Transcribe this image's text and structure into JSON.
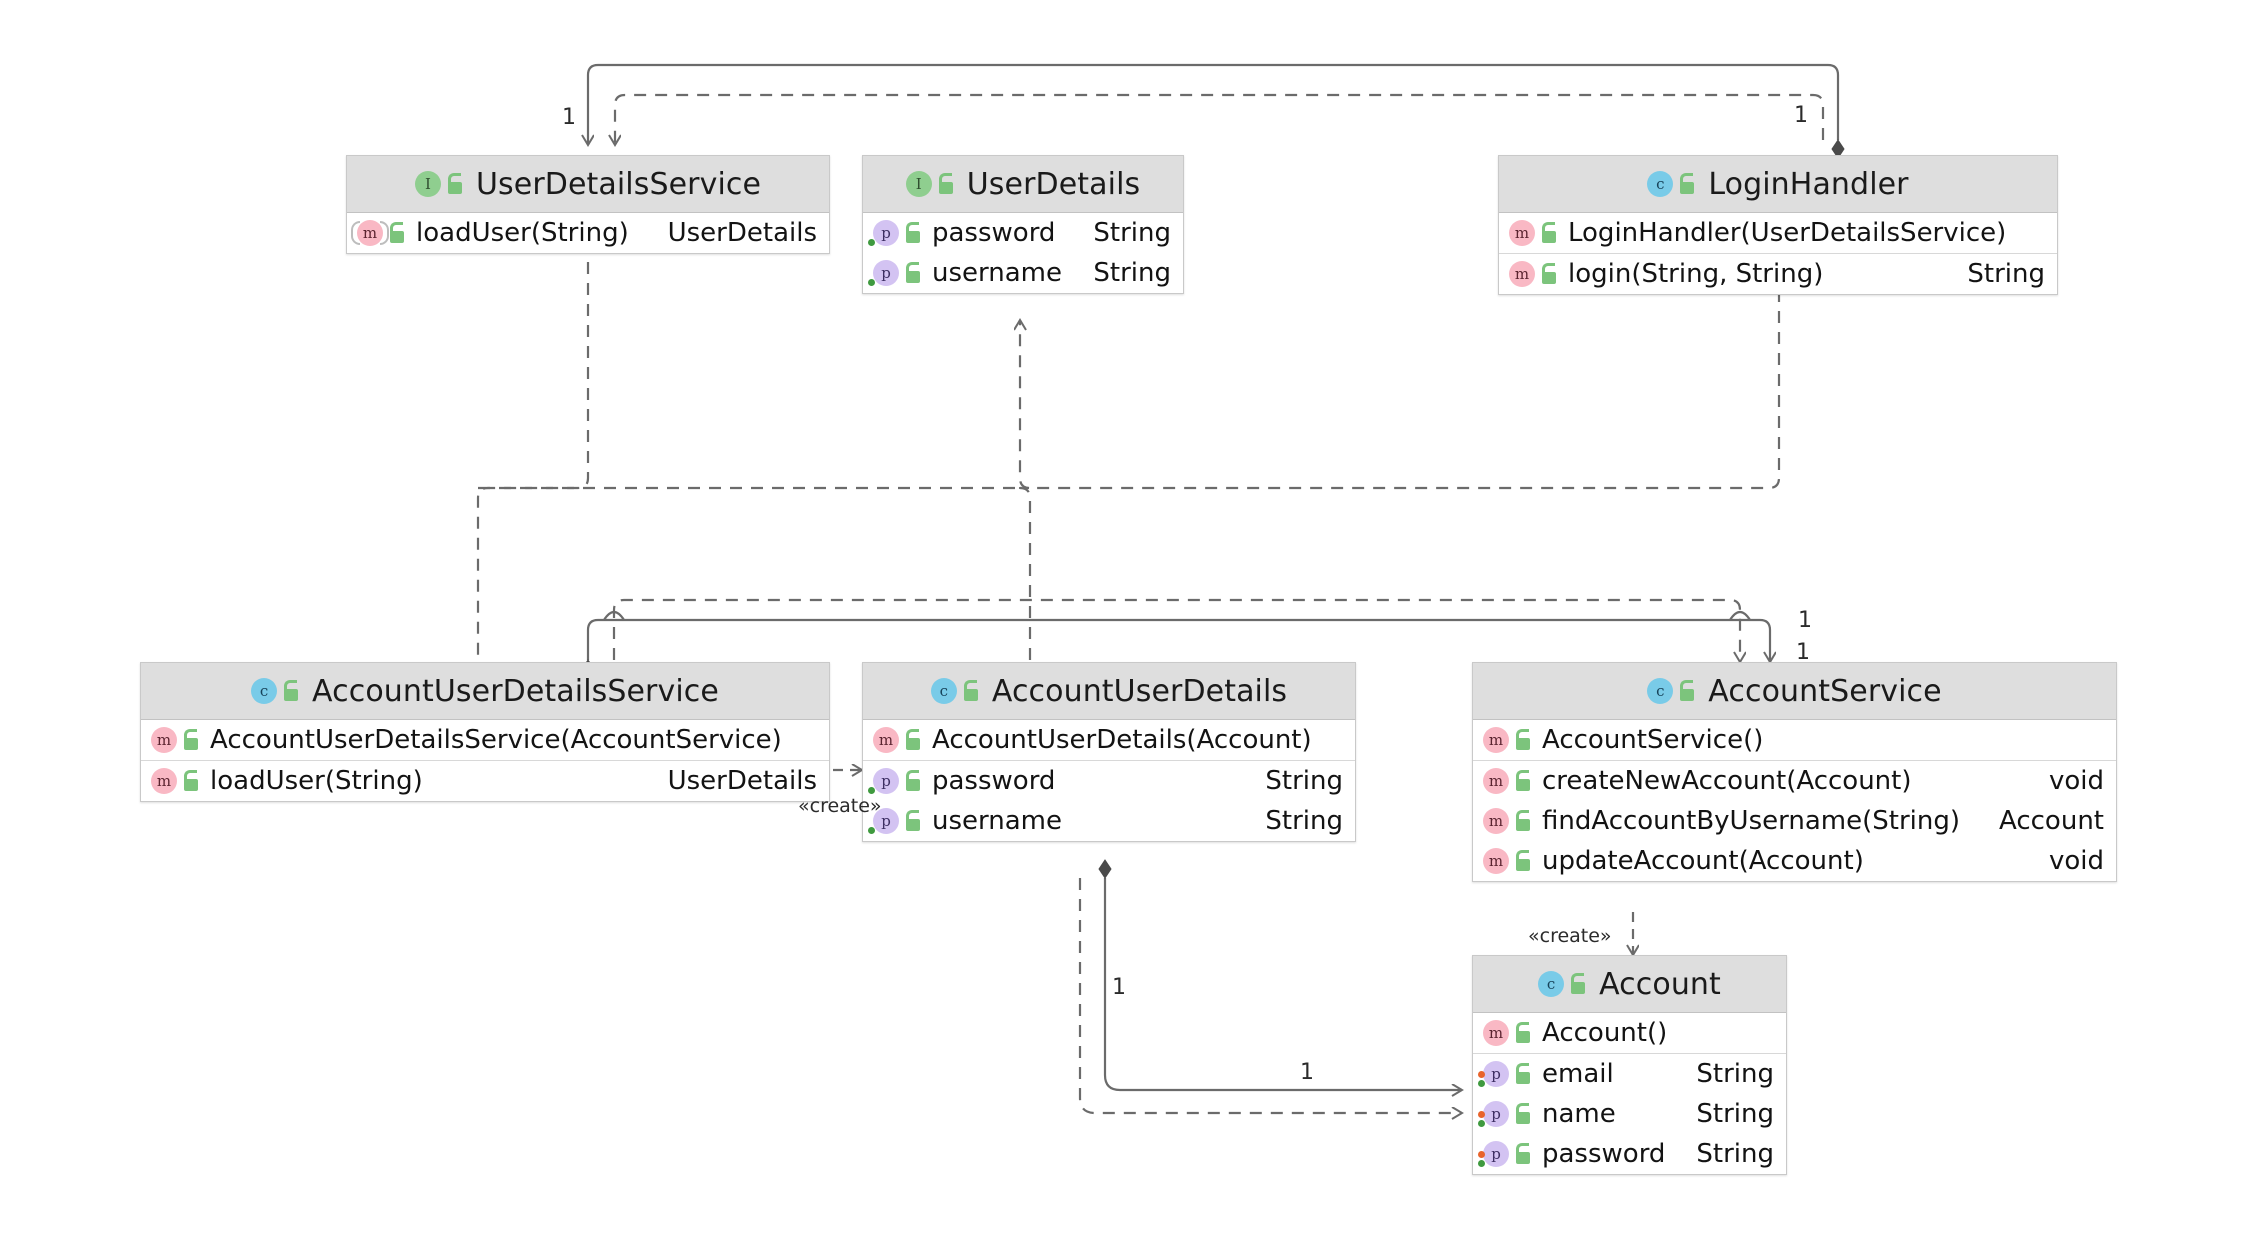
{
  "diagram": {
    "type": "uml-class-diagram",
    "background": "#ffffff",
    "colors": {
      "header_fill": "#dedede",
      "box_fill": "#ffffff",
      "border": "#c9c9c9",
      "interface_badge": "#8fce8f",
      "class_badge": "#79cbe8",
      "method_badge": "#f9b8c4",
      "property_badge": "#d3c3f2",
      "lock_icon": "#7cc47c",
      "edge": "#6b6b6b"
    }
  },
  "classes": [
    {
      "id": "UserDetailsService",
      "name": "UserDetailsService",
      "kind": "interface",
      "kind_badge": "I",
      "visibility_icon": "unlock-icon",
      "sections": [
        {
          "members": [
            {
              "badge": "m",
              "kind": "method",
              "abstract": true,
              "name": "loadUser(String)",
              "type": "UserDetails"
            }
          ]
        }
      ]
    },
    {
      "id": "UserDetails",
      "name": "UserDetails",
      "kind": "interface",
      "kind_badge": "I",
      "visibility_icon": "unlock-icon",
      "sections": [
        {
          "members": [
            {
              "badge": "p",
              "kind": "property",
              "name": "password",
              "type": "String",
              "dots": [
                "green"
              ]
            },
            {
              "badge": "p",
              "kind": "property",
              "name": "username",
              "type": "String",
              "dots": [
                "green"
              ]
            }
          ]
        }
      ]
    },
    {
      "id": "LoginHandler",
      "name": "LoginHandler",
      "kind": "class",
      "kind_badge": "c",
      "visibility_icon": "unlock-icon",
      "sections": [
        {
          "members": [
            {
              "badge": "m",
              "kind": "method",
              "name": "LoginHandler(UserDetailsService)",
              "type": ""
            }
          ]
        },
        {
          "members": [
            {
              "badge": "m",
              "kind": "method",
              "name": "login(String, String)",
              "type": "String"
            }
          ]
        }
      ]
    },
    {
      "id": "AccountUserDetailsService",
      "name": "AccountUserDetailsService",
      "kind": "class",
      "kind_badge": "c",
      "visibility_icon": "unlock-icon",
      "sections": [
        {
          "members": [
            {
              "badge": "m",
              "kind": "method",
              "name": "AccountUserDetailsService(AccountService)",
              "type": ""
            }
          ]
        },
        {
          "members": [
            {
              "badge": "m",
              "kind": "method",
              "name": "loadUser(String)",
              "type": "UserDetails"
            }
          ]
        }
      ]
    },
    {
      "id": "AccountUserDetails",
      "name": "AccountUserDetails",
      "kind": "class",
      "kind_badge": "c",
      "visibility_icon": "unlock-icon",
      "sections": [
        {
          "members": [
            {
              "badge": "m",
              "kind": "method",
              "name": "AccountUserDetails(Account)",
              "type": ""
            }
          ]
        },
        {
          "members": [
            {
              "badge": "p",
              "kind": "property",
              "name": "password",
              "type": "String",
              "dots": [
                "green"
              ]
            },
            {
              "badge": "p",
              "kind": "property",
              "name": "username",
              "type": "String",
              "dots": [
                "green"
              ]
            }
          ]
        }
      ]
    },
    {
      "id": "AccountService",
      "name": "AccountService",
      "kind": "class",
      "kind_badge": "c",
      "visibility_icon": "unlock-icon",
      "sections": [
        {
          "members": [
            {
              "badge": "m",
              "kind": "method",
              "name": "AccountService()",
              "type": ""
            }
          ]
        },
        {
          "members": [
            {
              "badge": "m",
              "kind": "method",
              "name": "createNewAccount(Account)",
              "type": "void"
            },
            {
              "badge": "m",
              "kind": "method",
              "name": "findAccountByUsername(String)",
              "type": "Account"
            },
            {
              "badge": "m",
              "kind": "method",
              "name": "updateAccount(Account)",
              "type": "void"
            }
          ]
        }
      ]
    },
    {
      "id": "Account",
      "name": "Account",
      "kind": "class",
      "kind_badge": "c",
      "visibility_icon": "unlock-icon",
      "sections": [
        {
          "members": [
            {
              "badge": "m",
              "kind": "method",
              "name": "Account()",
              "type": ""
            }
          ]
        },
        {
          "members": [
            {
              "badge": "p",
              "kind": "property",
              "name": "email",
              "type": "String",
              "dots": [
                "orange",
                "green"
              ]
            },
            {
              "badge": "p",
              "kind": "property",
              "name": "name",
              "type": "String",
              "dots": [
                "orange",
                "green"
              ]
            },
            {
              "badge": "p",
              "kind": "property",
              "name": "password",
              "type": "String",
              "dots": [
                "orange",
                "green"
              ]
            }
          ]
        }
      ]
    }
  ],
  "edges": [
    {
      "id": "e1",
      "from": "LoginHandler",
      "to": "UserDetailsService",
      "style": "composition",
      "source_label": "1",
      "target_label": "1"
    },
    {
      "id": "e2",
      "from": "LoginHandler",
      "to": "UserDetailsService",
      "style": "dependency"
    },
    {
      "id": "e3",
      "from": "AccountUserDetailsService",
      "to": "UserDetails",
      "style": "dependency"
    },
    {
      "id": "e4",
      "from": "AccountUserDetails",
      "to": "UserDetails",
      "style": "dependency"
    },
    {
      "id": "e5",
      "from": "AccountUserDetailsService",
      "to": "AccountService",
      "style": "composition",
      "source_label": "1",
      "target_label": "1"
    },
    {
      "id": "e6",
      "from": "AccountUserDetailsService",
      "to": "AccountService",
      "style": "dependency",
      "target_label": "1"
    },
    {
      "id": "e7",
      "from": "AccountUserDetailsService",
      "to": "AccountUserDetails",
      "style": "dependency",
      "label": "«create»"
    },
    {
      "id": "e8",
      "from": "AccountService",
      "to": "Account",
      "style": "dependency",
      "label": "«create»"
    },
    {
      "id": "e9",
      "from": "AccountUserDetails",
      "to": "Account",
      "style": "composition",
      "source_label": "1",
      "target_label": "1"
    },
    {
      "id": "e10",
      "from": "AccountUserDetails",
      "to": "Account",
      "style": "dependency"
    }
  ],
  "edge_labels": {
    "login_handler_top_left": "1",
    "login_handler_right": "1",
    "account_service_upper": "1",
    "account_service_lower": "1",
    "create_left": "«create»",
    "create_right": "«create»",
    "account_vertical": "1",
    "account_horizontal": "1"
  }
}
